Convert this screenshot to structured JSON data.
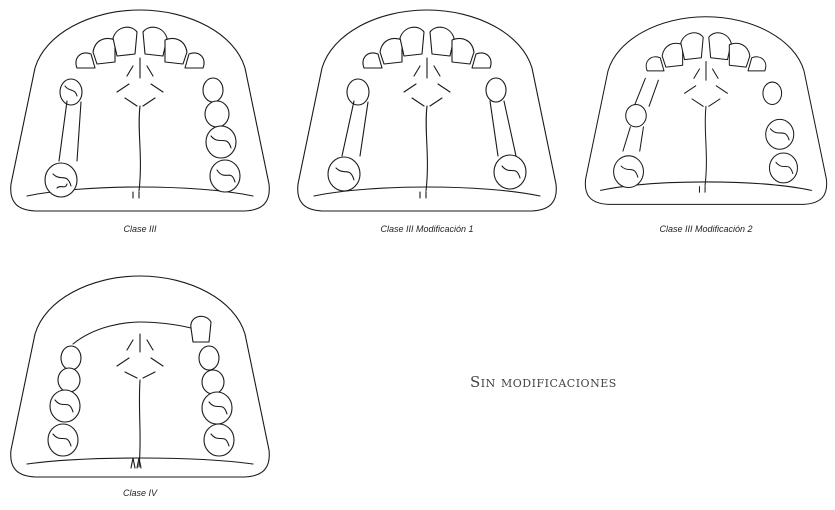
{
  "figures": [
    {
      "caption": "Clase III"
    },
    {
      "caption": "Clase III Modificación 1"
    },
    {
      "caption": "Clase III Modificación 2"
    },
    {
      "caption": "Clase IV"
    }
  ],
  "note": "Sin modificaciones",
  "chart_data": {
    "type": "diagram",
    "title": "",
    "items": [
      {
        "label": "Clase III"
      },
      {
        "label": "Clase III Modificación 1"
      },
      {
        "label": "Clase III Modificación 2"
      },
      {
        "label": "Clase IV"
      }
    ],
    "annotations": [
      "Sin modificaciones"
    ]
  }
}
